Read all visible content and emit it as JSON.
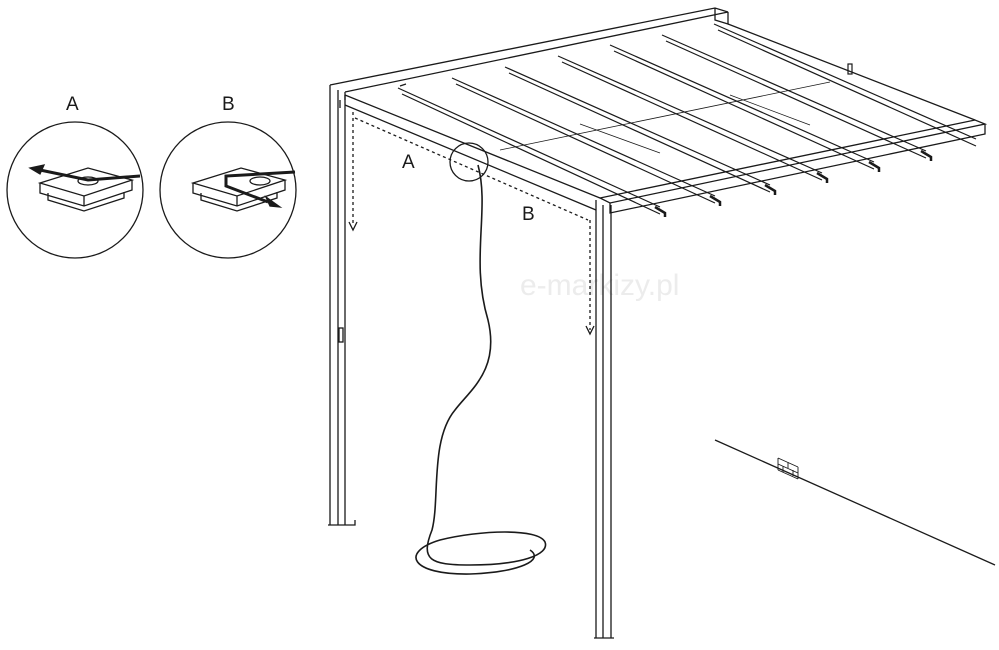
{
  "detail_views": [
    {
      "label": "A"
    },
    {
      "label": "B"
    }
  ],
  "drawing_labels": {
    "a": "A",
    "b": "B"
  },
  "watermark": "e-markizy.pl",
  "colors": {
    "line": "#1a1a1a",
    "watermark": "#ececec"
  }
}
